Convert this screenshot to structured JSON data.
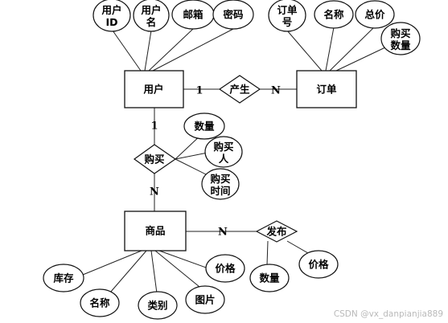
{
  "entities": {
    "user": "用户",
    "order": "订单",
    "product": "商品"
  },
  "relationships": {
    "produce": "产生",
    "buy": "购买",
    "publish": "发布"
  },
  "attributes": {
    "user": [
      "用户ID",
      "用户名",
      "邮箱",
      "密码"
    ],
    "order": [
      "订单号",
      "名称",
      "总价",
      "购买数量"
    ],
    "buy": [
      "数量",
      "购买人",
      "购买时间"
    ],
    "product": [
      "库存",
      "名称",
      "类别",
      "图片",
      "价格"
    ],
    "publish": [
      "数量",
      "价格"
    ]
  },
  "cardinality": {
    "user_produce": "1",
    "produce_order": "N",
    "user_buy": "1",
    "buy_product": "N",
    "product_publish": "N"
  },
  "watermark": "CSDN @vx_danpianjia889"
}
